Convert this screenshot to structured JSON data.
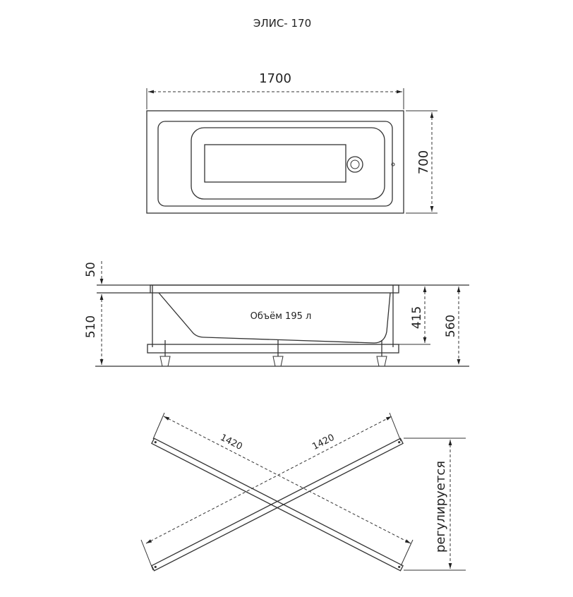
{
  "title": "ЭЛИС- 170",
  "top_view": {
    "length_label": "1700",
    "width_label": "700"
  },
  "side_view": {
    "volume_label": "Объём 195 л",
    "rim_label": "50",
    "base_height_label": "510",
    "depth_label": "415",
    "total_height_label": "560"
  },
  "frame_view": {
    "diag1_label": "1420",
    "diag2_label": "1420",
    "adjustable_label": "регулируется"
  }
}
